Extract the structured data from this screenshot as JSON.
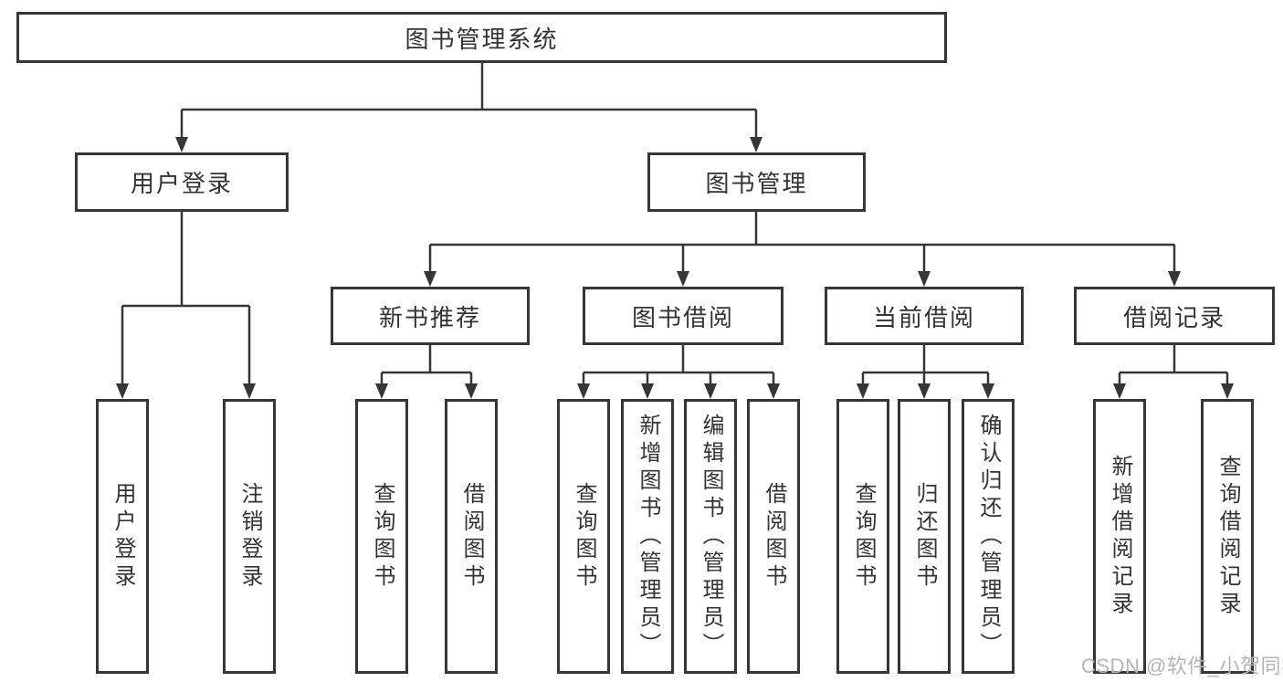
{
  "nodes": {
    "root": "图书管理系统",
    "user_login": "用户登录",
    "book_management": "图书管理",
    "new_book_recommend": "新书推荐",
    "book_borrow": "图书借阅",
    "current_borrow": "当前借阅",
    "borrow_records": "借阅记录",
    "leaf_user_login": "用户登录",
    "leaf_logout": "注销登录",
    "leaf_nbr_query_books": "查询图书",
    "leaf_nbr_borrow_books": "借阅图书",
    "leaf_bb_query_books": "查询图书",
    "leaf_bb_add_books": "新增图书（管理员）",
    "leaf_bb_edit_books": "编辑图书（管理员）",
    "leaf_bb_borrow_books": "借阅图书",
    "leaf_cb_query_books": "查询图书",
    "leaf_cb_return_books": "归还图书",
    "leaf_cb_confirm_return": "确认归还（管理员）",
    "leaf_br_add_record": "新增借阅记录",
    "leaf_br_query_record": "查询借阅记录"
  },
  "watermark": {
    "text": "CSDN @软件_小贺同学"
  },
  "colors": {
    "line": "#363636",
    "text": "#333333",
    "background": "#ffffff",
    "box_fill": "#ffffff",
    "watermark": "#b5b5b5"
  }
}
